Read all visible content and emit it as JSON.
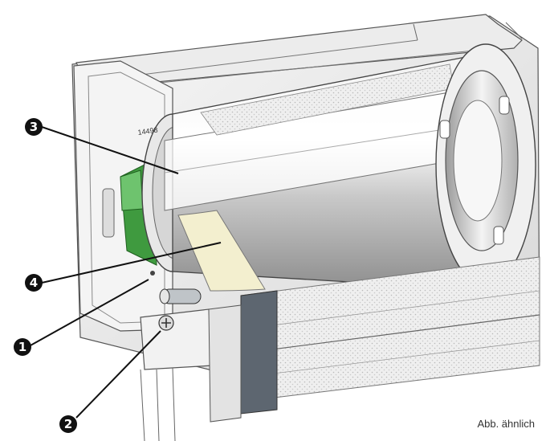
{
  "diagram": {
    "callouts": [
      {
        "id": "c3",
        "label": "3"
      },
      {
        "id": "c4",
        "label": "4"
      },
      {
        "id": "c1",
        "label": "1"
      },
      {
        "id": "c2",
        "label": "2"
      }
    ],
    "caption": "Abb. ähnlich",
    "part_number": "14498"
  }
}
